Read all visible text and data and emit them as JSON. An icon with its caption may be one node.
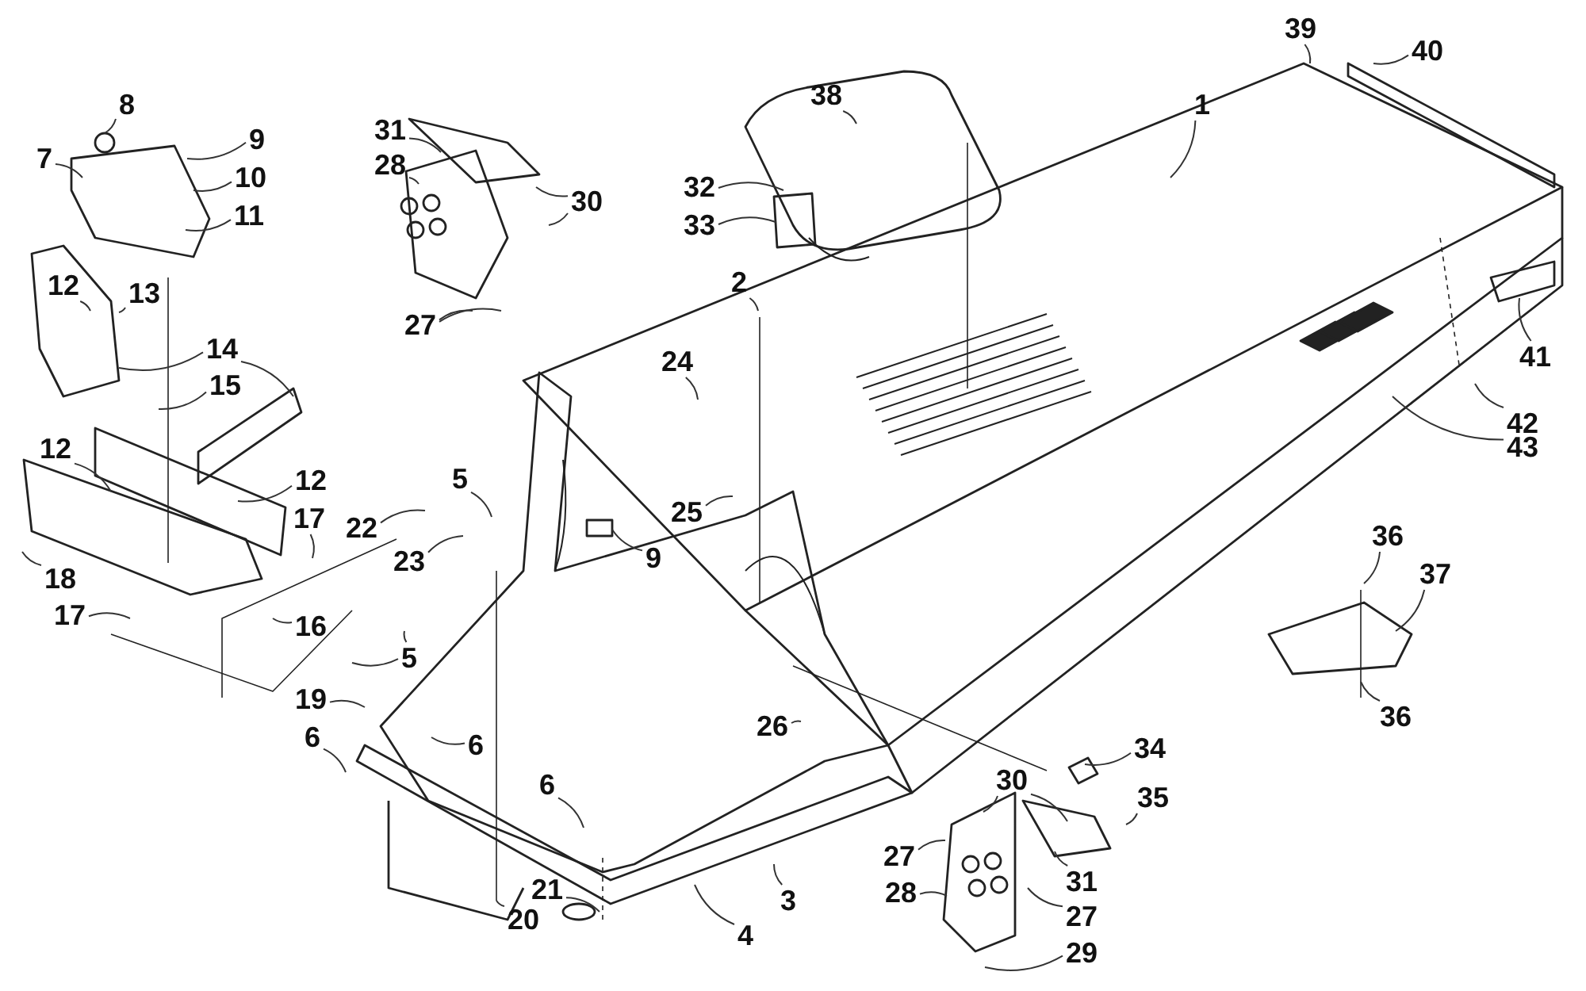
{
  "diagram": {
    "nodes": [
      {
        "text": [
          "1"
        ]
      },
      {
        "text": [
          "2"
        ]
      },
      {
        "text": [
          "3"
        ]
      },
      {
        "text": [
          "4"
        ]
      },
      {
        "text": [
          "5"
        ]
      },
      {
        "text": [
          "5"
        ]
      },
      {
        "text": [
          "6"
        ]
      },
      {
        "text": [
          "6"
        ]
      },
      {
        "text": [
          "6"
        ]
      },
      {
        "text": [
          "7"
        ]
      },
      {
        "text": [
          "8"
        ]
      },
      {
        "text": [
          "9"
        ]
      },
      {
        "text": [
          "10"
        ]
      },
      {
        "text": [
          "11"
        ]
      },
      {
        "text": [
          "12"
        ]
      },
      {
        "text": [
          "13"
        ]
      },
      {
        "text": [
          "14"
        ]
      },
      {
        "text": [
          "15"
        ]
      },
      {
        "text": [
          "12"
        ]
      },
      {
        "text": [
          "12"
        ]
      },
      {
        "text": [
          "17"
        ]
      },
      {
        "text": [
          "18"
        ]
      },
      {
        "text": [
          "17"
        ]
      },
      {
        "text": [
          "16"
        ]
      },
      {
        "text": [
          "19"
        ]
      },
      {
        "text": [
          "20"
        ]
      },
      {
        "text": [
          "21"
        ]
      },
      {
        "text": [
          "22"
        ]
      },
      {
        "text": [
          "23"
        ]
      },
      {
        "text": [
          "24"
        ]
      },
      {
        "text": [
          "25"
        ]
      },
      {
        "text": [
          "9"
        ]
      },
      {
        "text": [
          "26"
        ]
      },
      {
        "text": [
          "27"
        ]
      },
      {
        "text": [
          "28"
        ]
      },
      {
        "text": [
          "30"
        ]
      },
      {
        "text": [
          "31"
        ]
      },
      {
        "text": [
          "32"
        ]
      },
      {
        "text": [
          "33"
        ]
      },
      {
        "text": [
          "34"
        ]
      },
      {
        "text": [
          "35"
        ]
      },
      {
        "text": [
          "36"
        ]
      },
      {
        "text": [
          "37"
        ]
      },
      {
        "text": [
          "36"
        ]
      },
      {
        "text": [
          "38"
        ]
      },
      {
        "text": [
          "39"
        ]
      },
      {
        "text": [
          "40"
        ]
      },
      {
        "text": [
          "41"
        ]
      },
      {
        "text": [
          "42"
        ]
      },
      {
        "text": [
          "43"
        ]
      },
      {
        "text": [
          "30"
        ]
      },
      {
        "text": [
          "27"
        ]
      },
      {
        "text": [
          "28"
        ]
      },
      {
        "text": [
          "31"
        ]
      },
      {
        "text": [
          "27"
        ]
      },
      {
        "text": [
          "29"
        ]
      }
    ],
    "edges": [
      {
        "from": 0,
        "to": null,
        "arrow": "none"
      },
      {
        "from": 1,
        "to": null,
        "arrow": "none"
      },
      {
        "from": 2,
        "to": null,
        "arrow": "none"
      },
      {
        "from": 3,
        "to": null,
        "arrow": "none"
      },
      {
        "from": 4,
        "to": null,
        "arrow": "none"
      },
      {
        "from": 5,
        "to": null,
        "arrow": "none"
      },
      {
        "from": 5,
        "to": null,
        "arrow": "none"
      },
      {
        "from": 6,
        "to": null,
        "arrow": "none"
      },
      {
        "from": 7,
        "to": null,
        "arrow": "none"
      },
      {
        "from": 8,
        "to": null,
        "arrow": "none"
      },
      {
        "from": 9,
        "to": null,
        "arrow": "none"
      },
      {
        "from": 10,
        "to": null,
        "arrow": "none"
      },
      {
        "from": 11,
        "to": null,
        "arrow": "none"
      },
      {
        "from": 12,
        "to": null,
        "arrow": "none"
      },
      {
        "from": 13,
        "to": null,
        "arrow": "none"
      },
      {
        "from": 14,
        "to": null,
        "arrow": "none"
      },
      {
        "from": 15,
        "to": null,
        "arrow": "none"
      },
      {
        "from": 16,
        "to": null,
        "arrow": "none"
      },
      {
        "from": 16,
        "to": null,
        "arrow": "none"
      },
      {
        "from": 17,
        "to": null,
        "arrow": "none"
      },
      {
        "from": 18,
        "to": null,
        "arrow": "none"
      },
      {
        "from": 19,
        "to": null,
        "arrow": "none"
      },
      {
        "from": 20,
        "to": null,
        "arrow": "none"
      },
      {
        "from": 21,
        "to": null,
        "arrow": "none"
      },
      {
        "from": 22,
        "to": null,
        "arrow": "none"
      },
      {
        "from": 23,
        "to": null,
        "arrow": "none"
      },
      {
        "from": 24,
        "to": null,
        "arrow": "none"
      },
      {
        "from": 25,
        "to": null,
        "arrow": "none"
      },
      {
        "from": 26,
        "to": null,
        "arrow": "none"
      },
      {
        "from": 27,
        "to": null,
        "arrow": "none"
      },
      {
        "from": 28,
        "to": null,
        "arrow": "none"
      },
      {
        "from": 29,
        "to": null,
        "arrow": "none"
      },
      {
        "from": 30,
        "to": null,
        "arrow": "none"
      },
      {
        "from": 31,
        "to": null,
        "arrow": "none"
      },
      {
        "from": 32,
        "to": null,
        "arrow": "none"
      },
      {
        "from": 33,
        "to": null,
        "arrow": "none"
      },
      {
        "from": 33,
        "to": null,
        "arrow": "none"
      },
      {
        "from": 34,
        "to": null,
        "arrow": "none"
      },
      {
        "from": 35,
        "to": null,
        "arrow": "none"
      },
      {
        "from": 35,
        "to": null,
        "arrow": "none"
      },
      {
        "from": 36,
        "to": null,
        "arrow": "none"
      },
      {
        "from": 37,
        "to": null,
        "arrow": "none"
      },
      {
        "from": 38,
        "to": null,
        "arrow": "none"
      },
      {
        "from": 39,
        "to": null,
        "arrow": "none"
      },
      {
        "from": 40,
        "to": null,
        "arrow": "none"
      },
      {
        "from": 41,
        "to": null,
        "arrow": "none"
      },
      {
        "from": 42,
        "to": null,
        "arrow": "none"
      },
      {
        "from": 43,
        "to": null,
        "arrow": "none"
      },
      {
        "from": 44,
        "to": null,
        "arrow": "none"
      },
      {
        "from": 45,
        "to": null,
        "arrow": "none"
      },
      {
        "from": 46,
        "to": null,
        "arrow": "none"
      },
      {
        "from": 47,
        "to": null,
        "arrow": "none"
      },
      {
        "from": 48,
        "to": null,
        "arrow": "none"
      },
      {
        "from": 49,
        "to": null,
        "arrow": "none"
      },
      {
        "from": 50,
        "to": null,
        "arrow": "none"
      },
      {
        "from": 50,
        "to": null,
        "arrow": "none"
      },
      {
        "from": 51,
        "to": null,
        "arrow": "none"
      },
      {
        "from": 52,
        "to": null,
        "arrow": "none"
      },
      {
        "from": 53,
        "to": null,
        "arrow": "none"
      },
      {
        "from": 54,
        "to": null,
        "arrow": "none"
      },
      {
        "from": 55,
        "to": null,
        "arrow": "none"
      }
    ]
  }
}
